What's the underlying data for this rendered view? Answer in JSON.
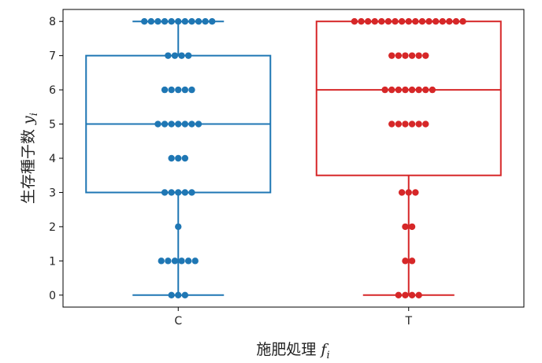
{
  "chart_data": {
    "type": "box",
    "xlabel": "施肥処理 ",
    "xlabel_symbol": "f",
    "xlabel_sub": "i",
    "ylabel": "生存種子数 ",
    "ylabel_symbol": "y",
    "ylabel_sub": "i",
    "categories": [
      "C",
      "T"
    ],
    "ylim": [
      -0.35,
      8.35
    ],
    "yticks": [
      0,
      1,
      2,
      3,
      4,
      5,
      6,
      7,
      8
    ],
    "grid": false,
    "series": [
      {
        "category": "C",
        "color": "#1f77b4",
        "whisker_low": 0,
        "q1": 3,
        "median": 5,
        "q3": 7,
        "whisker_high": 8,
        "points": [
          {
            "y": 0,
            "count": 3
          },
          {
            "y": 1,
            "count": 6
          },
          {
            "y": 2,
            "count": 1
          },
          {
            "y": 3,
            "count": 5
          },
          {
            "y": 4,
            "count": 3
          },
          {
            "y": 5,
            "count": 7
          },
          {
            "y": 6,
            "count": 5
          },
          {
            "y": 7,
            "count": 4
          },
          {
            "y": 8,
            "count": 11
          }
        ]
      },
      {
        "category": "T",
        "color": "#d62728",
        "whisker_low": 0,
        "q1": 3.5,
        "median": 6,
        "q3": 8,
        "whisker_high": 8,
        "points": [
          {
            "y": 0,
            "count": 4
          },
          {
            "y": 1,
            "count": 2
          },
          {
            "y": 2,
            "count": 2
          },
          {
            "y": 3,
            "count": 3
          },
          {
            "y": 5,
            "count": 6
          },
          {
            "y": 6,
            "count": 8
          },
          {
            "y": 7,
            "count": 6
          },
          {
            "y": 8,
            "count": 17
          }
        ]
      }
    ]
  }
}
